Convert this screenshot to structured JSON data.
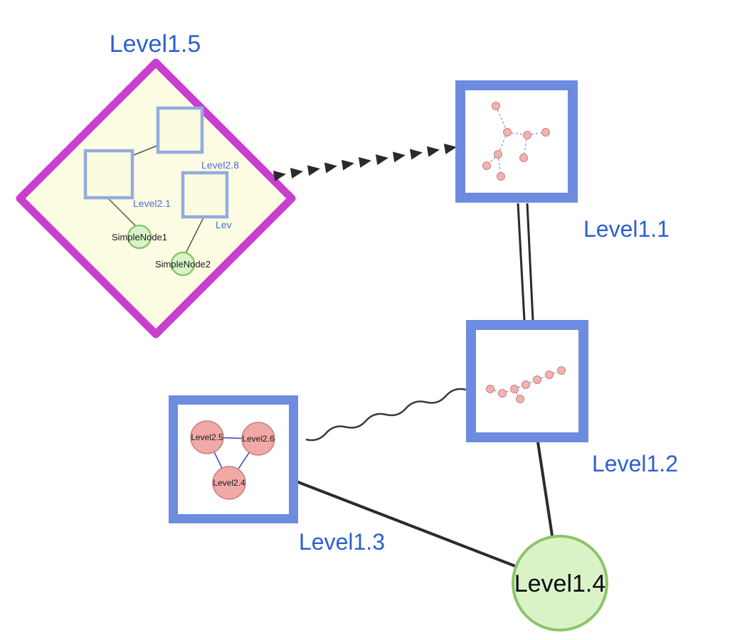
{
  "diagram": {
    "nodes": {
      "level1_5": {
        "label": "Level1.5",
        "shape": "diamond-group",
        "children": {
          "level2_8": {
            "label": "Level2.8",
            "shape": "square"
          },
          "level2_1": {
            "label": "Level2.1",
            "shape": "square"
          },
          "lev": {
            "label": "Lev",
            "shape": "square"
          },
          "simple_node_1": {
            "label": "SimpleNode1",
            "shape": "circle"
          },
          "simple_node_2": {
            "label": "SimpleNode2",
            "shape": "circle"
          }
        }
      },
      "level1_1": {
        "label": "Level1.1",
        "shape": "square-group"
      },
      "level1_2": {
        "label": "Level1.2",
        "shape": "square-group"
      },
      "level1_3": {
        "label": "Level1.3",
        "shape": "square-group",
        "children": {
          "level2_5": {
            "label": "Level2.5",
            "shape": "circle"
          },
          "level2_6": {
            "label": "Level2.6",
            "shape": "circle"
          },
          "level2_4": {
            "label": "Level2.4",
            "shape": "circle"
          }
        }
      },
      "level1_4": {
        "label": "Level1.4",
        "shape": "circle"
      }
    },
    "edges": [
      {
        "from": "Level1.5",
        "to": "Level1.1",
        "style": "dashed-arrow-chain"
      },
      {
        "from": "Level1.1",
        "to": "Level1.2",
        "style": "double-parallel"
      },
      {
        "from": "Level1.3",
        "to": "Level1.2",
        "style": "wavy"
      },
      {
        "from": "Level1.3",
        "to": "Level1.4",
        "style": "solid"
      },
      {
        "from": "Level1.2",
        "to": "Level1.4",
        "style": "solid"
      }
    ],
    "colors": {
      "label_blue": "#2d5fd1",
      "group_border_blue": "#6d8ce0",
      "inner_square_border": "#93abdf",
      "diamond_border_magenta": "#c93ecf",
      "diamond_fill": "#fcfce3",
      "green_node_fill": "#daf3c8",
      "green_node_border": "#8cc771",
      "pink_node_fill": "#f1a9a6",
      "pink_node_border": "#c4807e",
      "edge_black": "#2b2b2b",
      "inner_edge_blue": "#3d3dc0"
    }
  }
}
